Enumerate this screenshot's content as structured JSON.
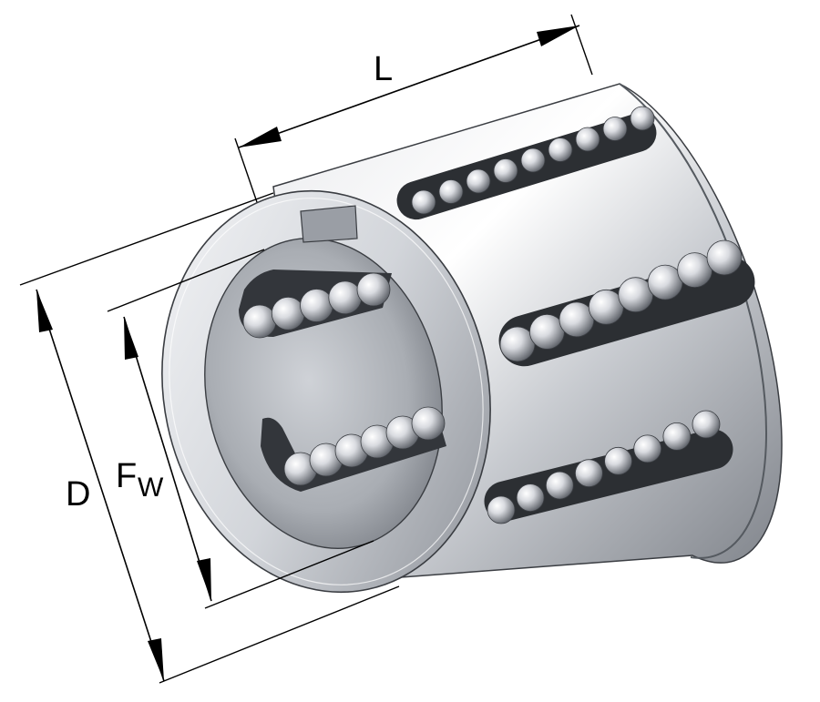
{
  "dimensions": {
    "length_label": "L",
    "outer_diameter_label": "D",
    "inner_diameter_label_main": "F",
    "inner_diameter_label_sub": "W"
  },
  "colors": {
    "steel_light": "#f2f3f5",
    "steel_mid": "#b9bcc2",
    "steel_dark": "#6e7279",
    "ball_highlight": "#ffffff",
    "slot_dark": "#2c2f33",
    "line": "#000000"
  }
}
